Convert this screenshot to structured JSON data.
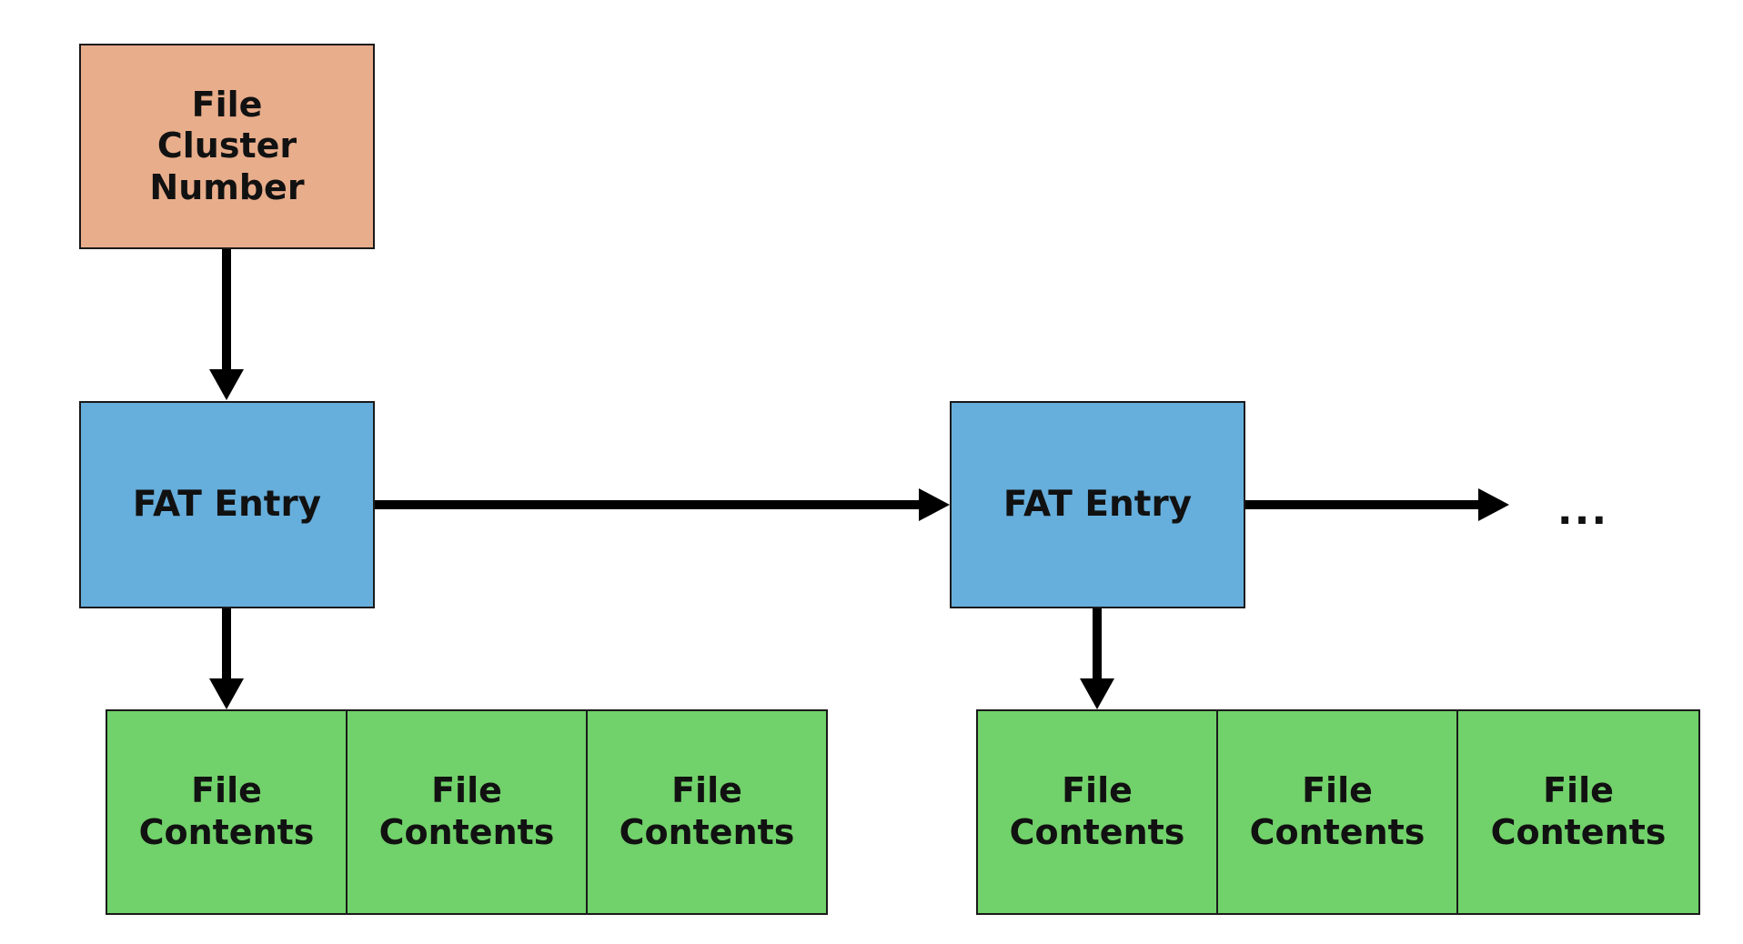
{
  "diagram": {
    "start_box": "File\nCluster Number",
    "fat_entries": [
      "FAT Entry",
      "FAT Entry"
    ],
    "contents_group_1": [
      "File\nContents",
      "File\nContents",
      "File\nContents"
    ],
    "contents_group_2": [
      "File\nContents",
      "File\nContents",
      "File\nContents"
    ],
    "continuation": "..."
  },
  "colors": {
    "cluster_fill": "#e8ad8b",
    "fat_fill": "#66aedc",
    "contents_fill": "#71d16a",
    "arrow": "#000000"
  }
}
